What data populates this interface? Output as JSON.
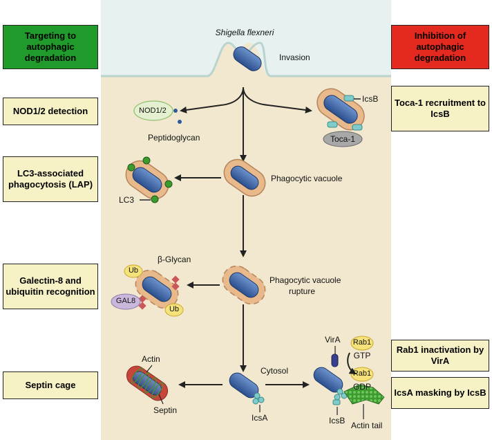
{
  "left_boxes": {
    "targeting": "Targeting to autophagic degradation",
    "nod": "NOD1/2 detection",
    "lap": "LC3-associated phagocytosis (LAP)",
    "galectin": "Galectin-8 and ubiquitin recognition",
    "septin": "Septin cage"
  },
  "right_boxes": {
    "inhibition": "Inhibition of autophagic degradation",
    "toca": "Toca-1 recruitment to IcsB",
    "rab1": "Rab1 inactivation by VirA",
    "icsa_masking": "IcsA masking by IcsB"
  },
  "labels": {
    "shigella": "Shigella flexneri",
    "invasion": "Invasion",
    "nod12": "NOD1/2",
    "peptidoglycan": "Peptidoglycan",
    "icsb_top": "IcsB",
    "toca1": "Toca-1",
    "phagocytic_vacuole": "Phagocytic vacuole",
    "lc3": "LC3",
    "beta_glycan": "β-Glycan",
    "ub_top": "Ub",
    "ub_bottom": "Ub",
    "gal8": "GAL8",
    "rupture_line1": "Phagocytic vacuole",
    "rupture_line2": "rupture",
    "actin": "Actin",
    "septin": "Septin",
    "cytosol": "Cytosol",
    "icsa": "IcsA",
    "vira": "VirA",
    "rab1_top": "Rab1",
    "gtp": "GTP",
    "rab1_bottom": "Rab1",
    "gdp": "GDP",
    "icsb_bottom": "IcsB",
    "actin_tail": "Actin tail"
  },
  "colors": {
    "green_box": "#1f9a2b",
    "red_box": "#e4291f",
    "yellow_box": "#f7f2c6",
    "cell_cytoplasm": "#f1e8cf",
    "extracellular": "#e6f1f0",
    "bacterium": "#3c67a8",
    "vacuole_membrane": "#e8b98a",
    "lc3_green": "#3c9b2f",
    "galectin_purple": "#c9b8dc",
    "ub_yellow": "#f5e27a"
  }
}
